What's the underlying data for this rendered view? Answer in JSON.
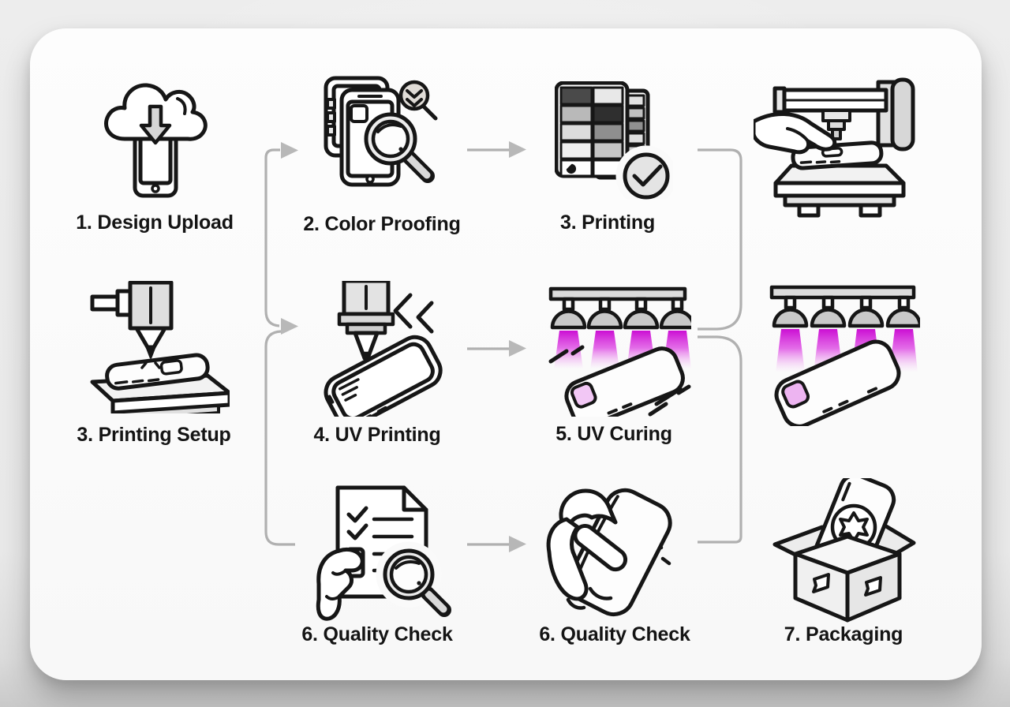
{
  "diagram": {
    "colors": {
      "background": "#e9e9e9",
      "card": "#fbfbfb",
      "connector": "#b0b0b0",
      "outline": "#161616",
      "uv_beam": "#cb0ed3",
      "camera_tint": "#f2c7f5"
    },
    "steps": [
      {
        "label": "1. Design Upload",
        "icon": "cloud-download-phone-icon"
      },
      {
        "label": "2. Color Proofing",
        "icon": "phones-magnifier-icon"
      },
      {
        "label": "3. Printing",
        "icon": "color-swatches-check-icon"
      },
      {
        "label": "",
        "icon": "flatbed-printer-hand-icon"
      },
      {
        "label": "3. Printing Setup",
        "icon": "print-nozzle-platform-icon"
      },
      {
        "label": "4. UV Printing",
        "icon": "uv-nozzle-case-icon"
      },
      {
        "label": "5. UV Curing",
        "icon": "uv-lamps-case-icon"
      },
      {
        "label": "",
        "icon": "uv-lamps-case-large-icon"
      },
      {
        "label": "6. Quality Check",
        "icon": "checklist-magnifier-icon"
      },
      {
        "label": "6. Quality Check",
        "icon": "hand-case-sparkles-icon"
      },
      {
        "label": "7. Packaging",
        "icon": "case-in-box-icon"
      }
    ]
  }
}
